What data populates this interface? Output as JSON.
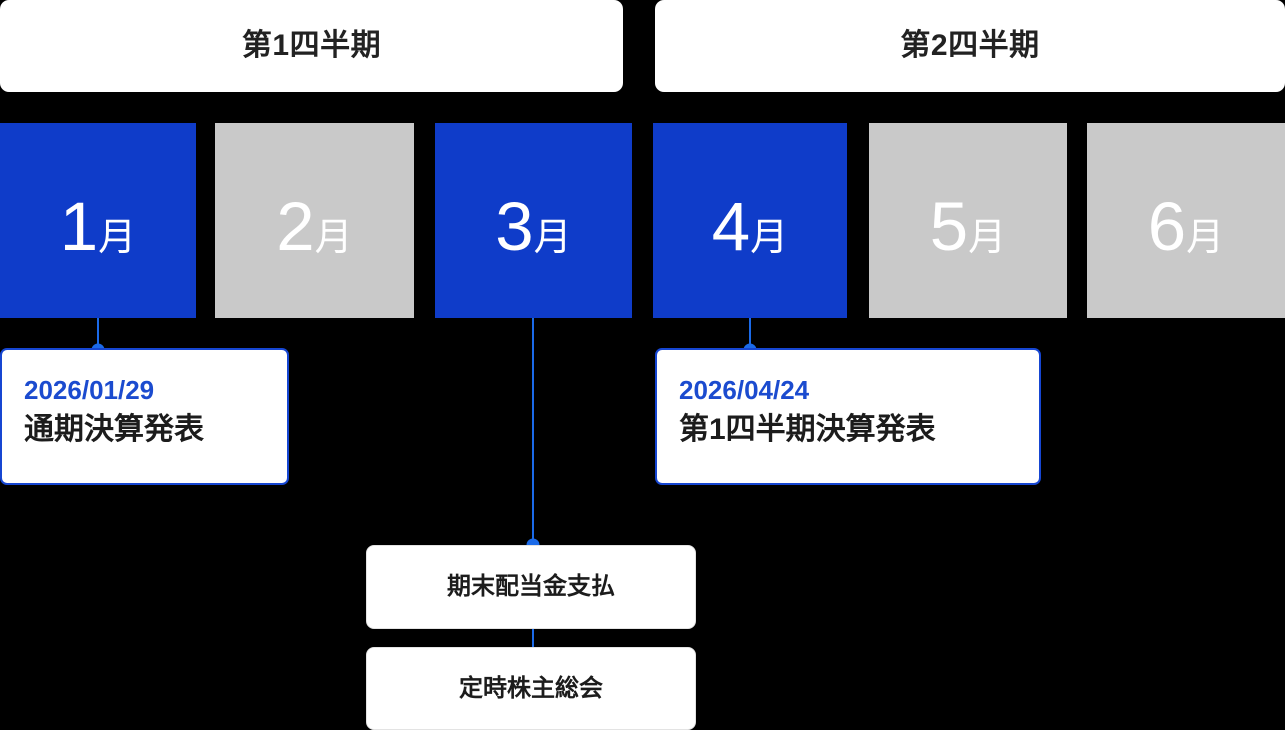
{
  "quarters": [
    {
      "label": "第1四半期"
    },
    {
      "label": "第2四半期"
    }
  ],
  "months": [
    {
      "num": "1",
      "unit": "月",
      "state": "active"
    },
    {
      "num": "2",
      "unit": "月",
      "state": "inactive"
    },
    {
      "num": "3",
      "unit": "月",
      "state": "active"
    },
    {
      "num": "4",
      "unit": "月",
      "state": "active"
    },
    {
      "num": "5",
      "unit": "月",
      "state": "inactive"
    },
    {
      "num": "6",
      "unit": "月",
      "state": "inactive"
    }
  ],
  "events": [
    {
      "date": "2026/01/29",
      "title": "通期決算発表"
    },
    {
      "date": "2026/04/24",
      "title": "第1四半期決算発表"
    }
  ],
  "notes": [
    {
      "title": "期末配当金支払"
    },
    {
      "title": "定時株主総会"
    }
  ],
  "colors": {
    "background": "#000000",
    "accent_blue": "#0f3cc9",
    "line_blue": "#1b6ae8",
    "date_blue": "#1b4bcf",
    "inactive_gray": "#c9c9c9",
    "card_white": "#ffffff",
    "text_dark": "#1c1c1c"
  }
}
